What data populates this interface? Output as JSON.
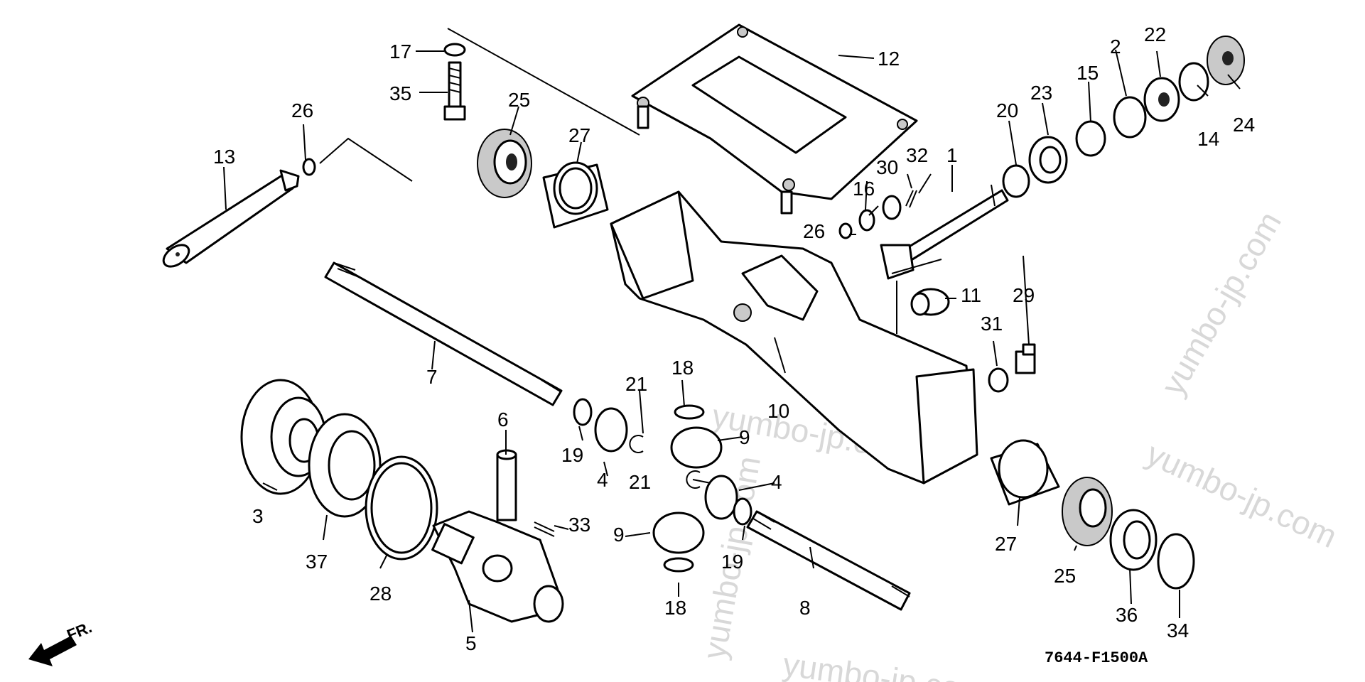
{
  "diagram": {
    "code": "7644-F1500A",
    "direction_label": "FR.",
    "watermarks": [
      "yumbo-jp.com",
      "yumbo-jp.com",
      "yumbo-jp.com",
      "yumbo-jp.com",
      "yumbo-jp.com"
    ],
    "callouts": {
      "c17": "17",
      "c35": "35",
      "c26a": "26",
      "c13": "13",
      "c25a": "25",
      "c27a": "27",
      "c12": "12",
      "c2": "2",
      "c22": "22",
      "c15": "15",
      "c23": "23",
      "c20": "20",
      "c14": "14",
      "c24": "24",
      "c32": "32",
      "c30": "30",
      "c16": "16",
      "c26b": "26",
      "c1": "1",
      "c11": "11",
      "c29": "29",
      "c31": "31",
      "c7": "7",
      "c10": "10",
      "c18a": "18",
      "c21a": "21",
      "c9a": "9",
      "c19a": "19",
      "c4a": "4",
      "c6": "6",
      "c21b": "21",
      "c4b": "4",
      "c3": "3",
      "c37": "37",
      "c28": "28",
      "c33": "33",
      "c9b": "9",
      "c19b": "19",
      "c18b": "18",
      "c5": "5",
      "c8": "8",
      "c27b": "27",
      "c25b": "25",
      "c36": "36",
      "c34": "34"
    }
  }
}
